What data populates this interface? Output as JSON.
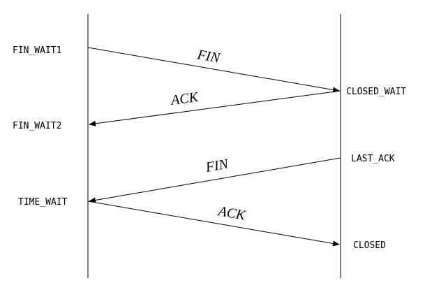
{
  "diagram": {
    "left_states": {
      "fin_wait1": "FIN_WAIT1",
      "fin_wait2": "FIN_WAIT2",
      "time_wait": "TIME_WAIT"
    },
    "right_states": {
      "closed_wait": "CLOSED_WAIT",
      "last_ack": "LAST_ACK",
      "closed": "CLOSED"
    },
    "messages": {
      "fin_1": "FIN",
      "ack_1": "ACK",
      "fin_2": "FIN",
      "ack_2": "ACK"
    }
  }
}
